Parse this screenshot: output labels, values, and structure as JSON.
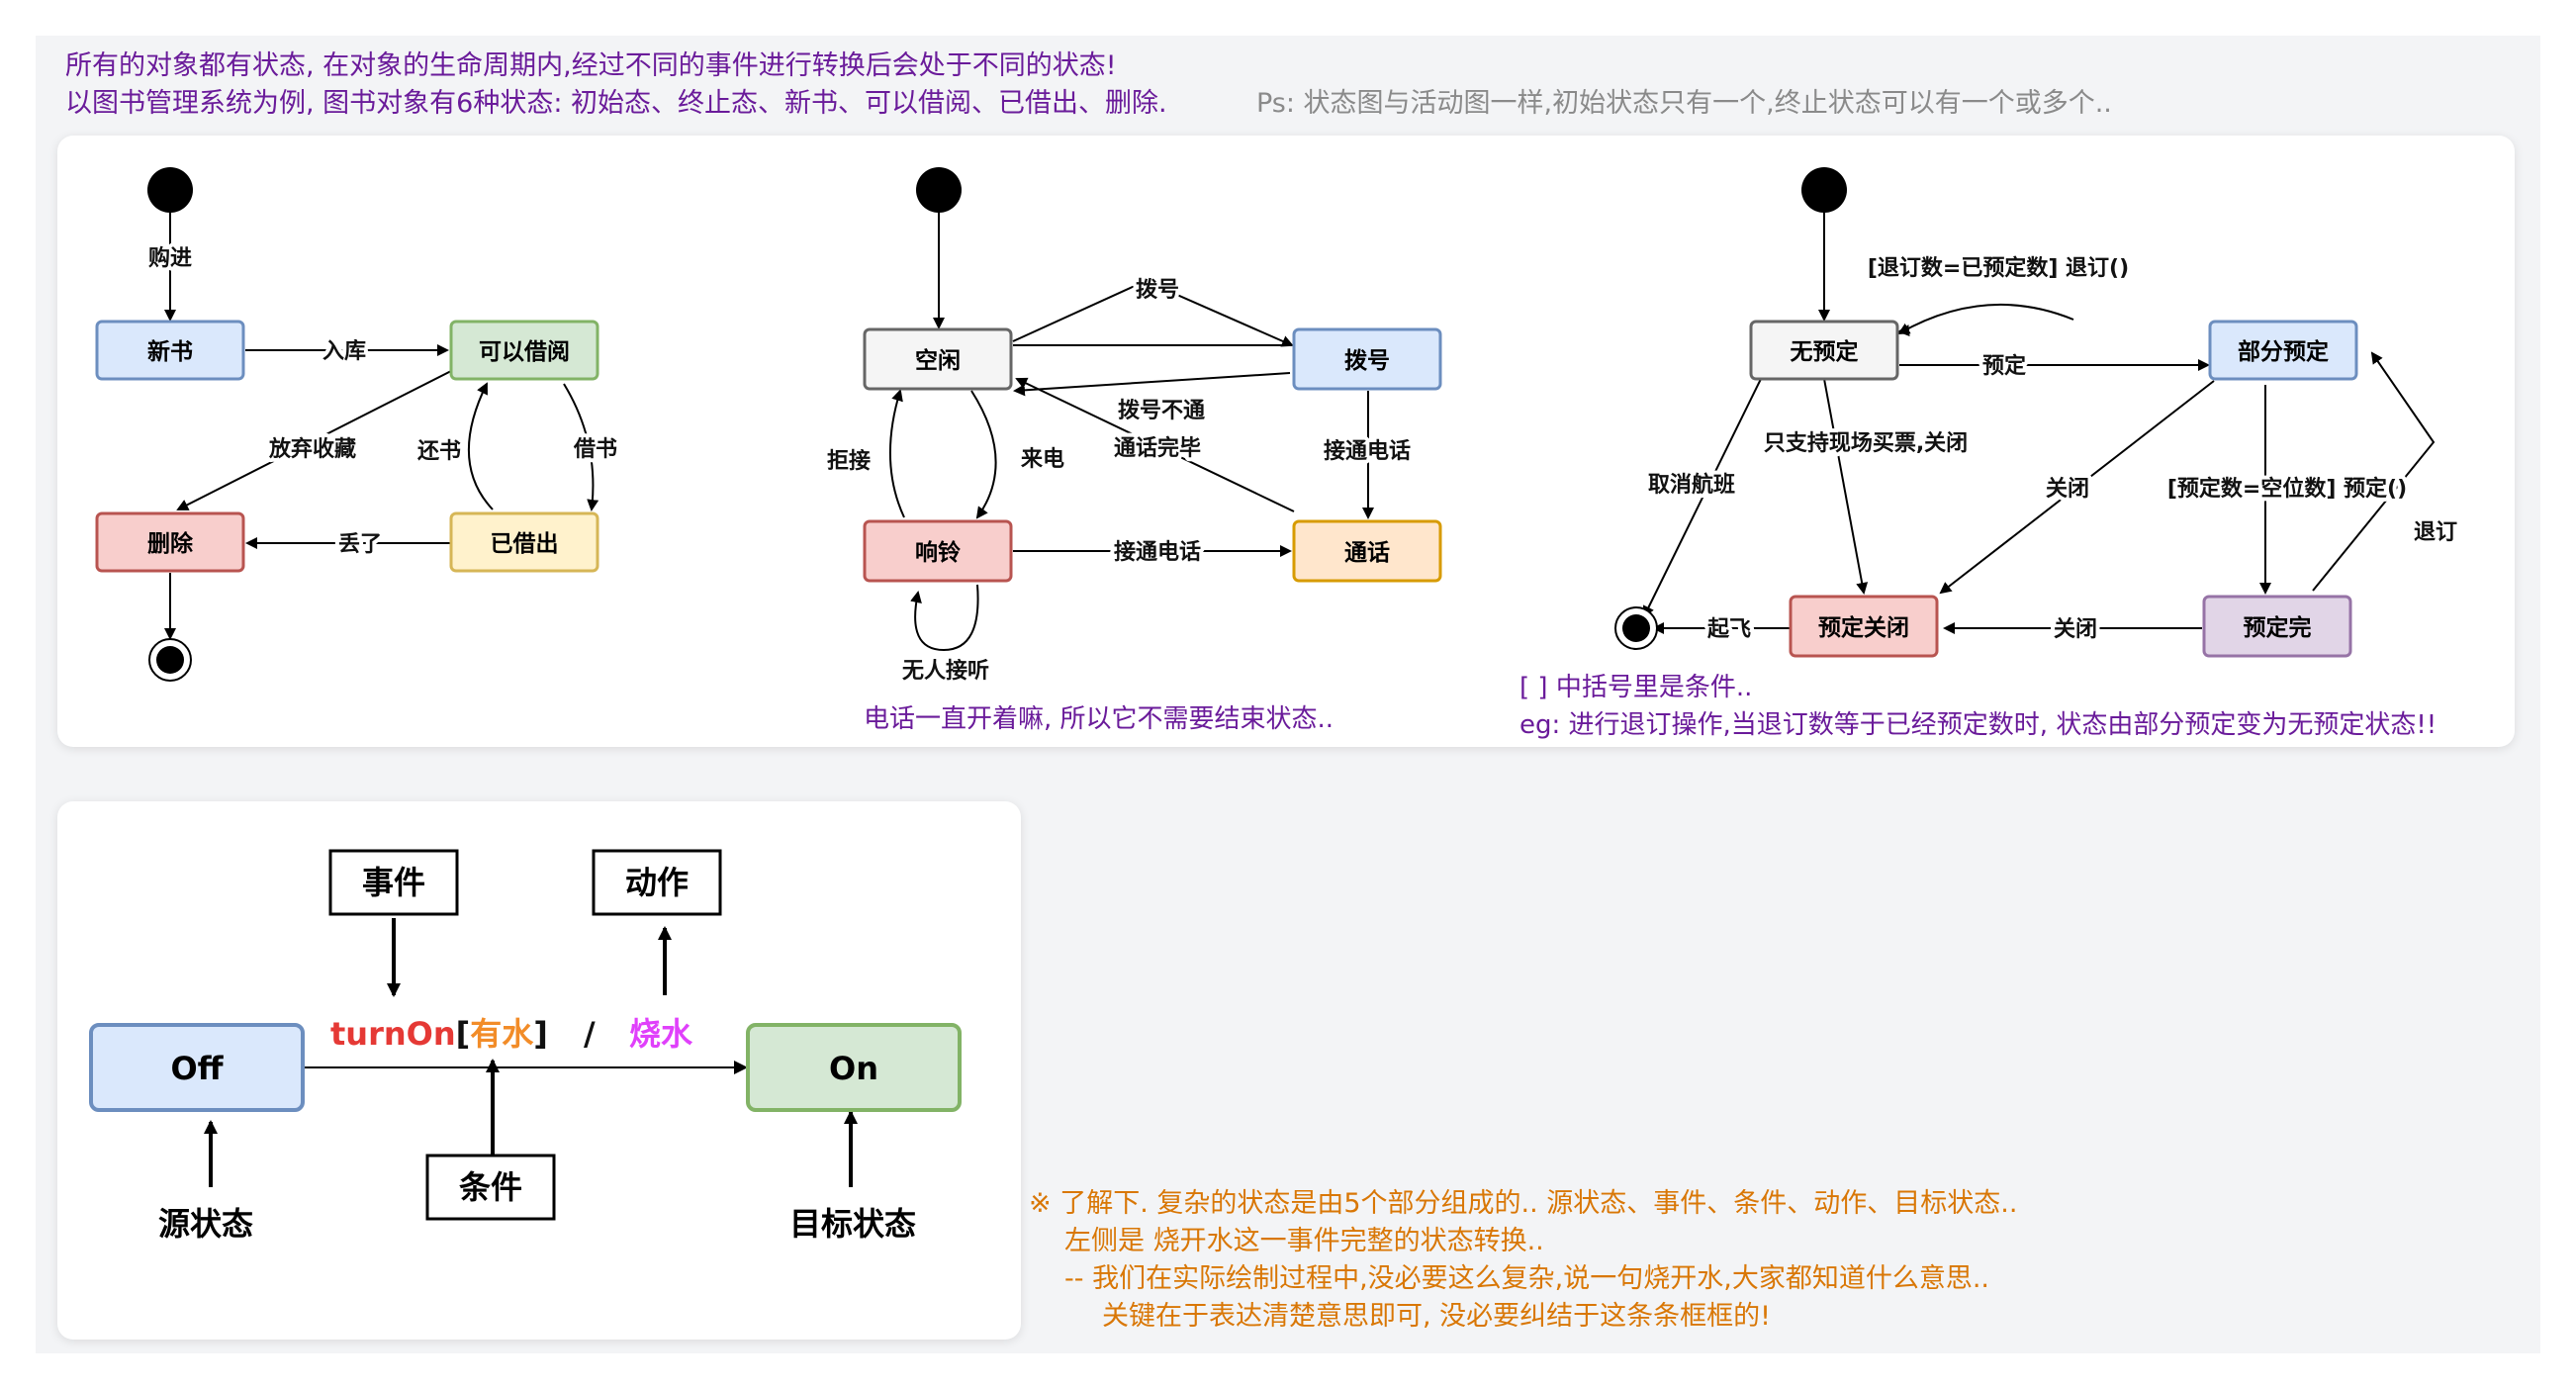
{
  "intro": {
    "line1": "所有的对象都有状态, 在对象的生命周期内,经过不同的事件进行转换后会处于不同的状态!",
    "line2": "以图书管理系统为例, 图书对象有6种状态: 初始态、终止态、新书、可以借阅、已借出、删除.",
    "ps": "Ps: 状态图与活动图一样,初始状态只有一个,终止状态可以有一个或多个.."
  },
  "book": {
    "states": {
      "new": "新书",
      "borrowable": "可以借阅",
      "delete": "删除",
      "borrowed": "已借出"
    },
    "events": {
      "buy": "购进",
      "instock": "入库",
      "abandon": "放弃收藏",
      "return": "还书",
      "borrow": "借书",
      "lost": "丢了"
    }
  },
  "phone": {
    "states": {
      "idle": "空闲",
      "dialing": "拨号",
      "ringing": "响铃",
      "talking": "通话"
    },
    "events": {
      "dial": "拨号",
      "fail": "拨号不通",
      "done": "通话完毕",
      "reject": "拒接",
      "incoming": "来电",
      "connect1": "接通电话",
      "connect2": "接通电话",
      "noanswer": "无人接听"
    },
    "note": "电话一直开着嘛, 所以它不需要结束状态.."
  },
  "flight": {
    "states": {
      "none": "无预定",
      "partial": "部分预定",
      "closed": "预定关闭",
      "full": "预定完"
    },
    "events": {
      "cancelcond": "[退订数=已预定数] 退订()",
      "reserve": "预定",
      "onsite": "只支持现场买票,关闭",
      "cancelflight": "取消航班",
      "close1": "关闭",
      "fullcond": "[预定数=空位数] 预定()",
      "refund": "退订",
      "close2": "关闭",
      "takeoff": "起飞"
    },
    "note1": "[ ] 中括号里是条件..",
    "note2": "eg: 进行退订操作,当退订数等于已经预定数时, 状态由部分预定变为无预定状态!!"
  },
  "anatomy": {
    "event_box": "事件",
    "action_box": "动作",
    "condition_box": "条件",
    "source_state": "Off",
    "target_state": "On",
    "event_name": "turnOn",
    "bracket_open": "[",
    "condition_text": "有水",
    "bracket_close": "]",
    "slash": "/",
    "action_text": "烧水",
    "source_label": "源状态",
    "target_label": "目标状态",
    "colors": {
      "event": "#e53935",
      "condition": "#f28c28",
      "action": "#e040fb"
    }
  },
  "bottom_note": {
    "line1": "※ 了解下. 复杂的状态是由5个部分组成的..  源状态、事件、条件、动作、目标状态..",
    "line2": "左侧是 烧开水这一事件完整的状态转换..",
    "line3": "-- 我们在实际绘制过程中,没必要这么复杂,说一句烧开水,大家都知道什么意思..",
    "line4": "关键在于表达清楚意思即可, 没必要纠结于这条条框框的!"
  },
  "colors": {
    "blue_fill": "#dae8fc",
    "blue_stroke": "#6c8ebf",
    "green_fill": "#d5e8d4",
    "green_stroke": "#82b366",
    "red_fill": "#f8cecc",
    "red_stroke": "#b85450",
    "yellow_fill": "#fff2cc",
    "yellow_stroke": "#d6b656",
    "gray_fill": "#f5f5f5",
    "gray_stroke": "#666666",
    "orange_fill": "#ffe6cc",
    "orange_stroke": "#d79b00",
    "purple_fill": "#e1d5e7",
    "purple_stroke": "#9673a6"
  }
}
